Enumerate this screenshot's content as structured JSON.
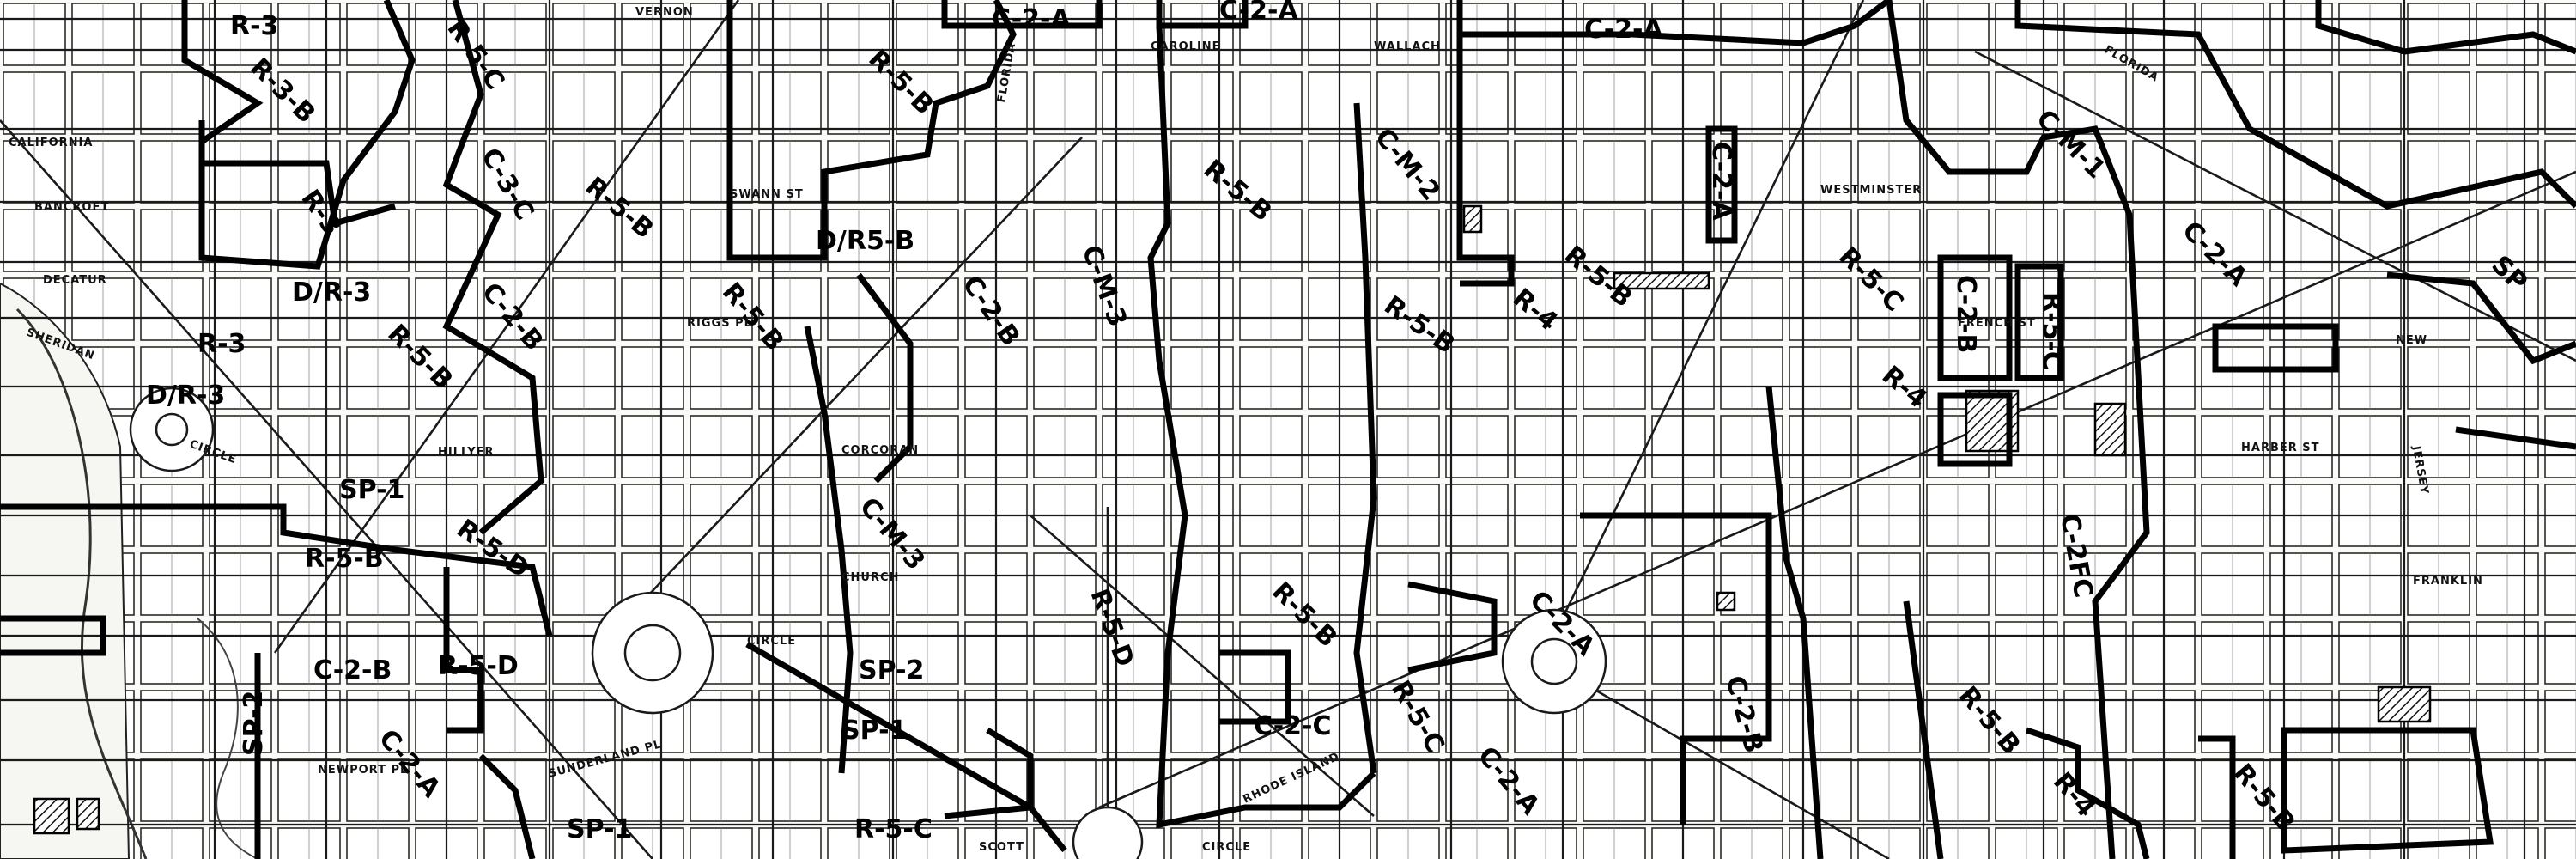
{
  "map": {
    "zones": [
      {
        "id": "z1",
        "label": "R-3"
      },
      {
        "id": "z2",
        "label": "R-5-C"
      },
      {
        "id": "z3",
        "label": "C-2-A"
      },
      {
        "id": "z4",
        "label": "C-2-A"
      },
      {
        "id": "z5",
        "label": "C-2-A"
      },
      {
        "id": "z6",
        "label": "C-M-1"
      },
      {
        "id": "z7",
        "label": "R-3-B"
      },
      {
        "id": "z8",
        "label": "C-3-C"
      },
      {
        "id": "z9",
        "label": "R-3"
      },
      {
        "id": "z10",
        "label": "R-5-B"
      },
      {
        "id": "z11",
        "label": "R-5-B"
      },
      {
        "id": "z12",
        "label": "D/R5-B"
      },
      {
        "id": "z13",
        "label": "R-5-B"
      },
      {
        "id": "z14",
        "label": "C-M-2"
      },
      {
        "id": "z15",
        "label": "C-2-A"
      },
      {
        "id": "z16",
        "label": "R-5-C"
      },
      {
        "id": "z17",
        "label": "D/R-3"
      },
      {
        "id": "z18",
        "label": "R-3"
      },
      {
        "id": "z19",
        "label": "D/R-3"
      },
      {
        "id": "z20",
        "label": "C-2-B"
      },
      {
        "id": "z21",
        "label": "R-5-B"
      },
      {
        "id": "z22",
        "label": "R-5-B"
      },
      {
        "id": "z23",
        "label": "C-2-B"
      },
      {
        "id": "z24",
        "label": "C-M-3"
      },
      {
        "id": "z25",
        "label": "R-5-B"
      },
      {
        "id": "z26",
        "label": "R-4"
      },
      {
        "id": "z27",
        "label": "R-5-B"
      },
      {
        "id": "z28",
        "label": "C-2-B"
      },
      {
        "id": "z29",
        "label": "R-5-C"
      },
      {
        "id": "z30",
        "label": "R-4"
      },
      {
        "id": "z31",
        "label": "C-2-A"
      },
      {
        "id": "z32",
        "label": "SP"
      },
      {
        "id": "z33",
        "label": "SP-1"
      },
      {
        "id": "z34",
        "label": "R-5-D"
      },
      {
        "id": "z35",
        "label": "R-5-B"
      },
      {
        "id": "z36",
        "label": "C-M-3"
      },
      {
        "id": "z37",
        "label": "R-5-B"
      },
      {
        "id": "z38",
        "label": "C-2-A"
      },
      {
        "id": "z39",
        "label": "C-2FC"
      },
      {
        "id": "z40",
        "label": "C-2-B"
      },
      {
        "id": "z41",
        "label": "R-5-D"
      },
      {
        "id": "z42",
        "label": "SP-2"
      },
      {
        "id": "z43",
        "label": "SP-1"
      },
      {
        "id": "z44",
        "label": "R-5-D"
      },
      {
        "id": "z45",
        "label": "C-2-C"
      },
      {
        "id": "z46",
        "label": "R-5-C"
      },
      {
        "id": "z47",
        "label": "C-2-A"
      },
      {
        "id": "z48",
        "label": "C-2-B"
      },
      {
        "id": "z49",
        "label": "R-5-B"
      },
      {
        "id": "z50",
        "label": "C-2-A"
      },
      {
        "id": "z51",
        "label": "SP-2"
      },
      {
        "id": "z52",
        "label": "SP-1"
      },
      {
        "id": "z53",
        "label": "R-5-C"
      },
      {
        "id": "z54",
        "label": "R-4"
      },
      {
        "id": "z55",
        "label": "R-5-B"
      }
    ],
    "streets": [
      {
        "id": "s1",
        "label": "VERNON"
      },
      {
        "id": "s2",
        "label": "CAROLINE"
      },
      {
        "id": "s3",
        "label": "WALLACH"
      },
      {
        "id": "s4",
        "label": "FLORIDA"
      },
      {
        "id": "s5",
        "label": "FLORIDA"
      },
      {
        "id": "s6",
        "label": "BANCROFT"
      },
      {
        "id": "s7",
        "label": "CALIFORNIA"
      },
      {
        "id": "s8",
        "label": "WESTMINSTER"
      },
      {
        "id": "s9",
        "label": "SWANN ST"
      },
      {
        "id": "s10",
        "label": "DECATUR"
      },
      {
        "id": "s11",
        "label": "SHERIDAN"
      },
      {
        "id": "s12",
        "label": "CIRCLE"
      },
      {
        "id": "s13",
        "label": "FRENCH ST"
      },
      {
        "id": "s14",
        "label": "RIGGS PL"
      },
      {
        "id": "s15",
        "label": "HILLYER"
      },
      {
        "id": "s16",
        "label": "CORCORAN"
      },
      {
        "id": "s17",
        "label": "CHURCH"
      },
      {
        "id": "s18",
        "label": "CIRCLE"
      },
      {
        "id": "s19",
        "label": "NEWPORT PL"
      },
      {
        "id": "s20",
        "label": "SUNDERLAND PL"
      },
      {
        "id": "s21",
        "label": "SCOTT"
      },
      {
        "id": "s22",
        "label": "CIRCLE"
      },
      {
        "id": "s23",
        "label": "RHODE ISLAND"
      },
      {
        "id": "s24",
        "label": "NEW"
      },
      {
        "id": "s25",
        "label": "JERSEY"
      },
      {
        "id": "s26",
        "label": "FRANKLIN"
      },
      {
        "id": "s27",
        "label": "HARBER ST"
      }
    ]
  }
}
